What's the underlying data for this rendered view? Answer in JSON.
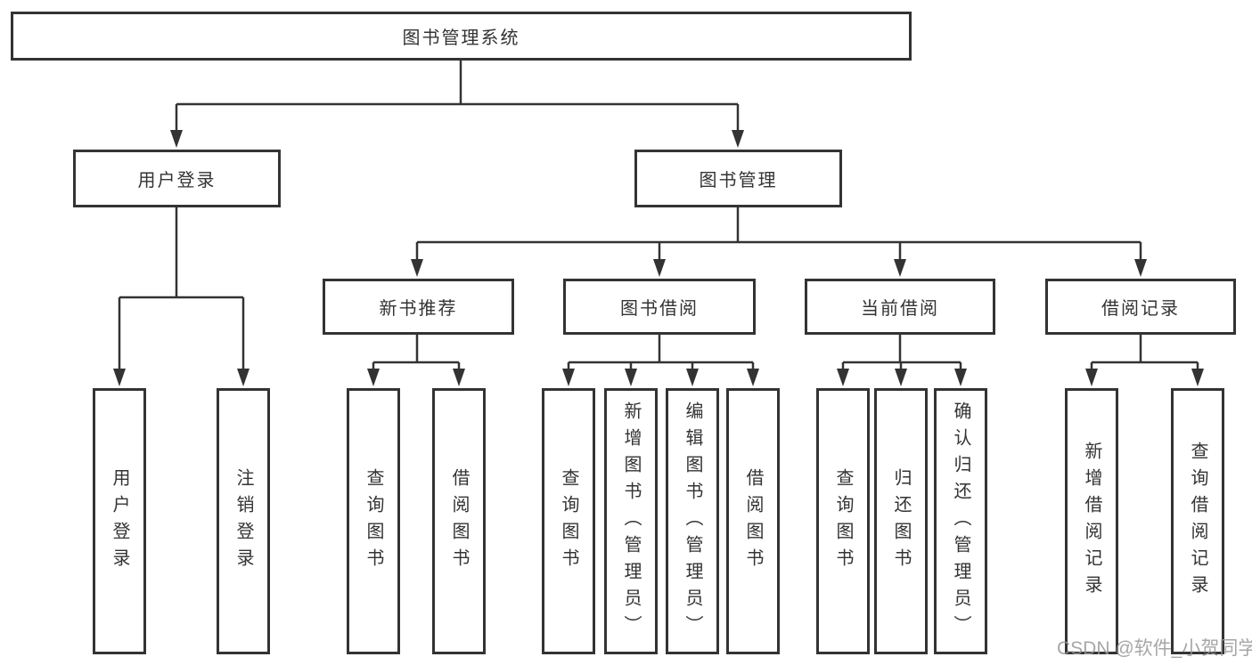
{
  "colors": {
    "line": "#333333",
    "text": "#333333",
    "box_background": "#ffffff",
    "page_background": "#ffffff",
    "watermark": "#969696"
  },
  "watermark": {
    "text": "CSDN @软件_小贺同学"
  },
  "tree": {
    "root": {
      "label": "图书管理系统"
    },
    "branches": [
      {
        "label": "用户登录",
        "children": [
          {
            "label": "用户登录"
          },
          {
            "label": "注销登录"
          }
        ]
      },
      {
        "label": "图书管理",
        "groups": [
          {
            "label": "新书推荐",
            "children": [
              {
                "label": "查询图书"
              },
              {
                "label": "借阅图书"
              }
            ]
          },
          {
            "label": "图书借阅",
            "children": [
              {
                "label": "查询图书"
              },
              {
                "label": "新增图书（管理员）"
              },
              {
                "label": "编辑图书（管理员）"
              },
              {
                "label": "借阅图书"
              }
            ]
          },
          {
            "label": "当前借阅",
            "children": [
              {
                "label": "查询图书"
              },
              {
                "label": "归还图书"
              },
              {
                "label": "确认归还（管理员）"
              }
            ]
          },
          {
            "label": "借阅记录",
            "children": [
              {
                "label": "新增借阅记录"
              },
              {
                "label": "查询借阅记录"
              }
            ]
          }
        ]
      }
    ]
  }
}
